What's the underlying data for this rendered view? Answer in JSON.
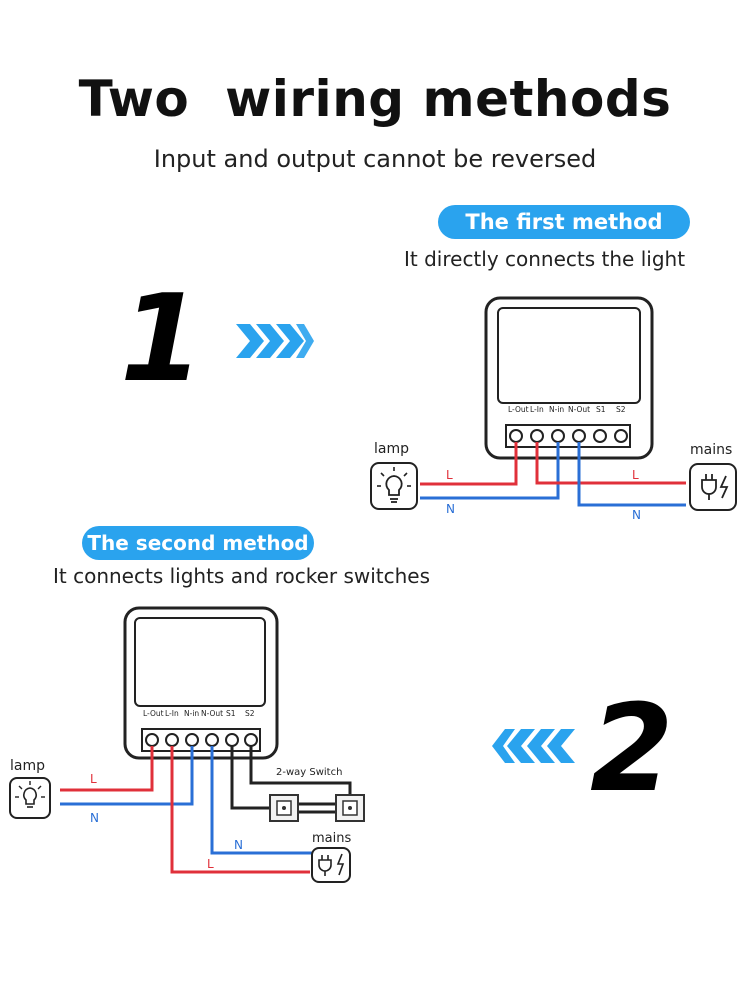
{
  "header": {
    "title": "Two  wiring methods",
    "subtitle": "Input and output cannot be reversed"
  },
  "method1": {
    "badge": "The first method",
    "description": "It directly connects the light",
    "number": "1",
    "terminals": [
      "L-Out",
      "L-In",
      "N-in",
      "N-Out",
      "S1",
      "S2"
    ],
    "lamp_label": "lamp",
    "mains_label": "mains",
    "wire_L": "L",
    "wire_N": "N",
    "wire_L_right": "L",
    "wire_N_right": "N"
  },
  "method2": {
    "badge": "The second method",
    "description": "It connects lights and rocker switches",
    "number": "2",
    "terminals": [
      "L-Out",
      "L-In",
      "N-in",
      "N-Out",
      "S1",
      "S2"
    ],
    "lamp_label": "lamp",
    "mains_label": "mains",
    "switch_label": "2-way Switch",
    "wire_L": "L",
    "wire_N": "N",
    "wire_N_bottom": "N",
    "wire_L_bottom": "L"
  },
  "colors": {
    "accent_blue": "#2aa3ee",
    "wire_red": "#e0303a",
    "wire_blue": "#2a6fd6",
    "wire_black": "#222222"
  }
}
